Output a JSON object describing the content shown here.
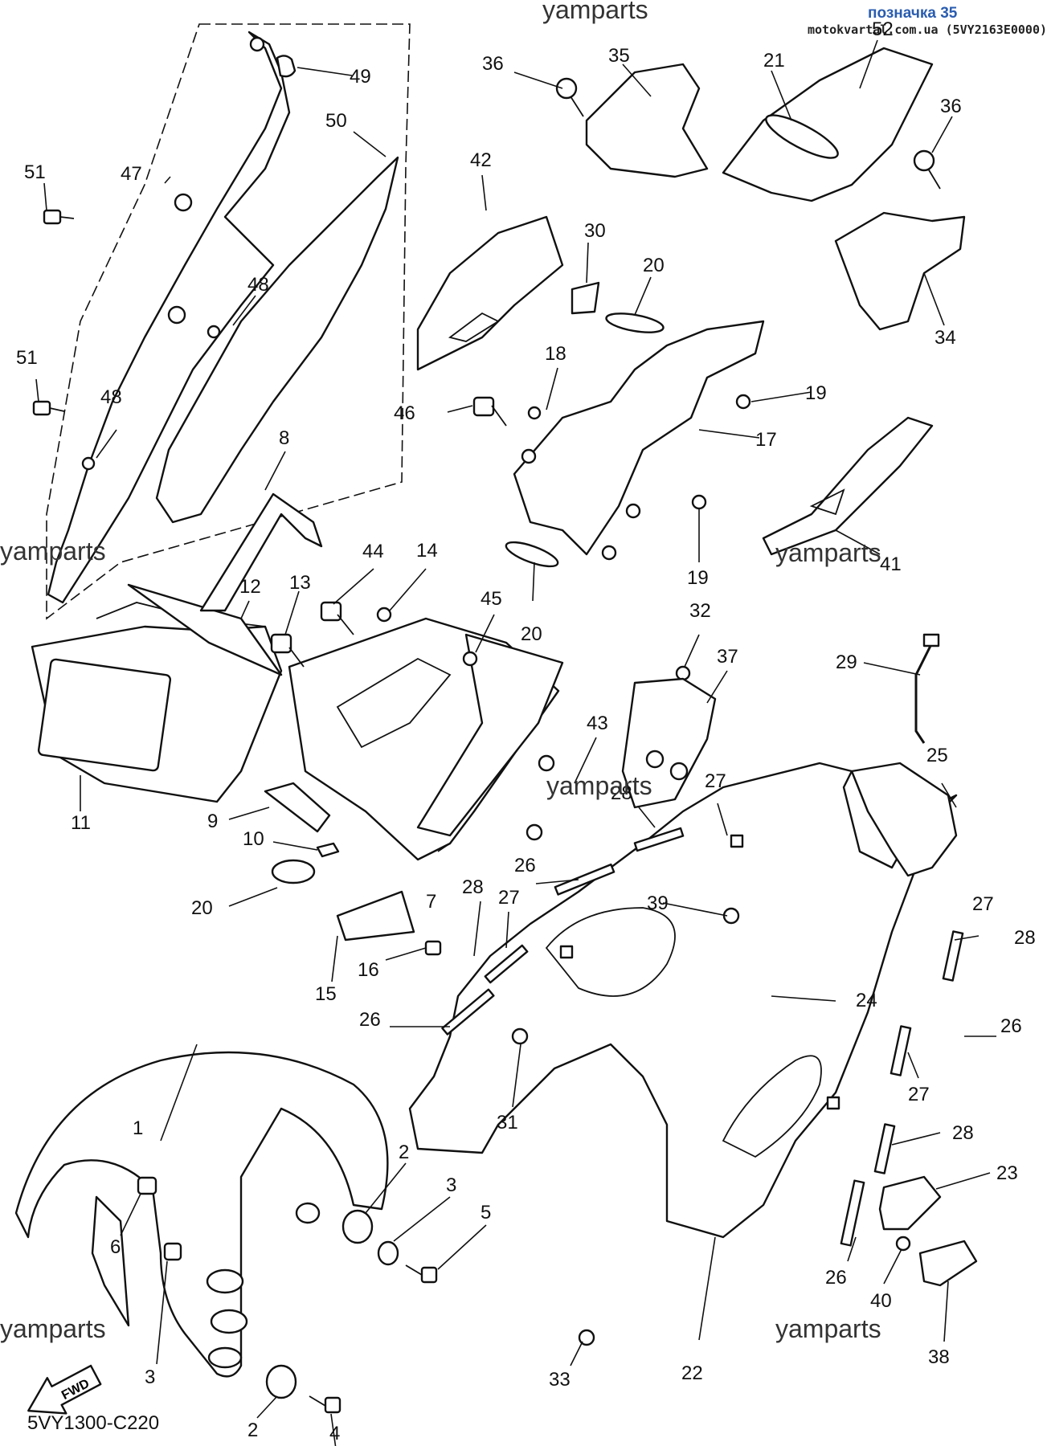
{
  "header": {
    "label": "позначка 35",
    "site": "motokvartal.com.ua (5VY2163E0000)"
  },
  "watermark": "yamparts",
  "diagram_code": "5VY1300-C220",
  "fwd_label": "FWD",
  "callouts": [
    "1",
    "2",
    "3",
    "4",
    "5",
    "6",
    "7",
    "8",
    "9",
    "10",
    "11",
    "12",
    "13",
    "14",
    "15",
    "16",
    "17",
    "18",
    "19",
    "20",
    "21",
    "22",
    "23",
    "24",
    "25",
    "26",
    "27",
    "28",
    "29",
    "30",
    "31",
    "32",
    "33",
    "34",
    "35",
    "36",
    "37",
    "38",
    "39",
    "40",
    "41",
    "42",
    "43",
    "44",
    "45",
    "46",
    "47",
    "48",
    "49",
    "50",
    "51",
    "52"
  ],
  "icons": {
    "fwd": "fwd-arrow-icon"
  }
}
